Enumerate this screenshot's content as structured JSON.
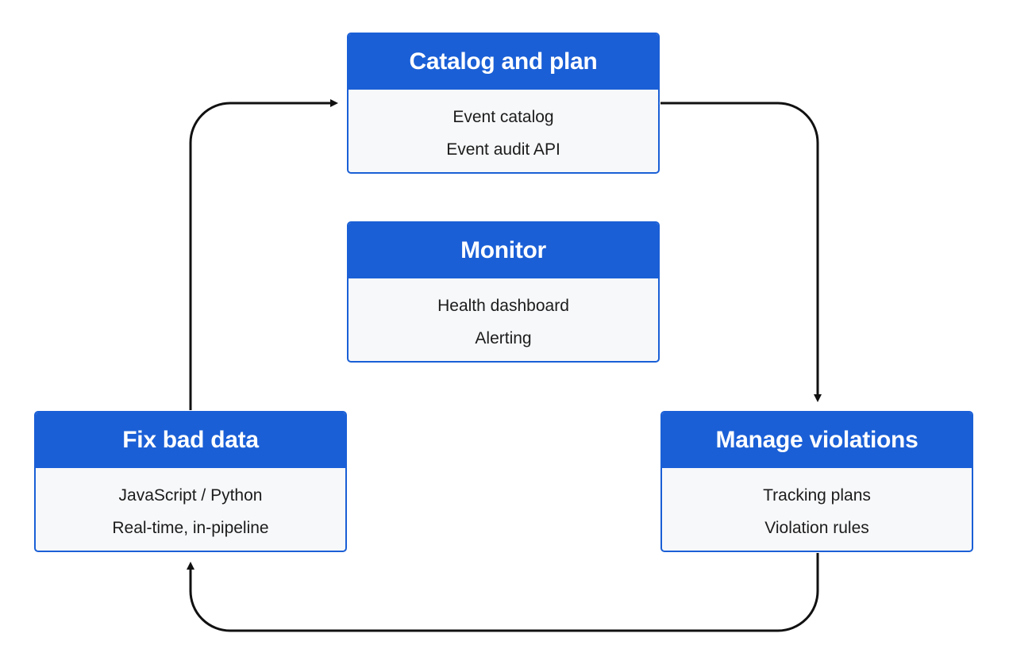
{
  "cards": {
    "catalog": {
      "title": "Catalog and plan",
      "lines": [
        "Event catalog",
        "Event audit API"
      ]
    },
    "monitor": {
      "title": "Monitor",
      "lines": [
        "Health dashboard",
        "Alerting"
      ]
    },
    "fix": {
      "title": "Fix bad data",
      "lines": [
        "JavaScript / Python",
        "Real-time, in-pipeline"
      ]
    },
    "manage": {
      "title": "Manage violations",
      "lines": [
        "Tracking plans",
        "Violation rules"
      ]
    }
  },
  "colors": {
    "header": "#1a5fd6",
    "body": "#f7f8fa",
    "arrow": "#111111"
  }
}
